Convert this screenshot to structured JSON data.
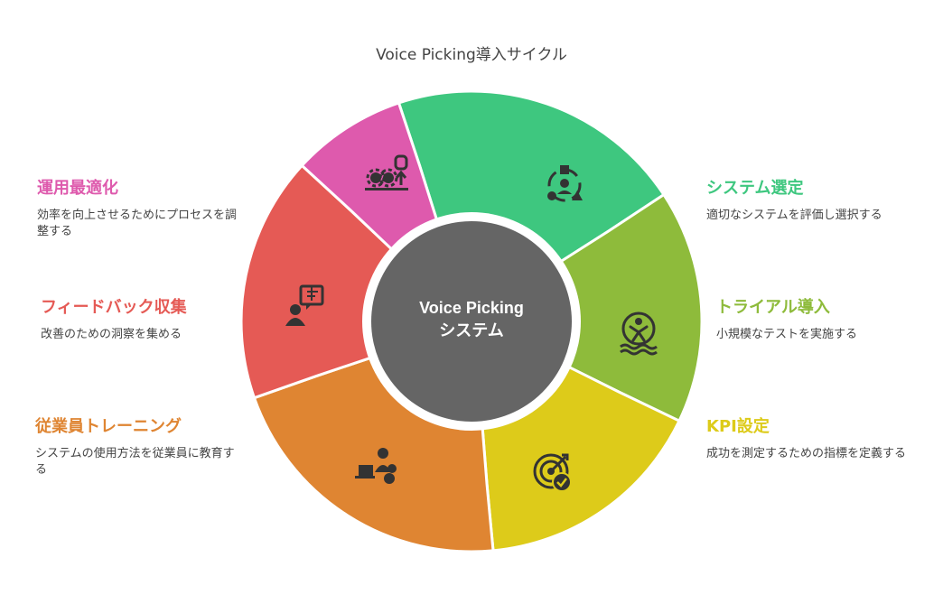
{
  "title": "Voice Picking導入サイクル",
  "center": {
    "line1": "Voice Picking",
    "line2": "システム"
  },
  "steps": [
    {
      "id": "system-selection",
      "heading": "システム選定",
      "description": "適切なシステムを評価し選択する",
      "color": "#3EC77F",
      "icon": "system-selection-icon"
    },
    {
      "id": "trial-introduction",
      "heading": "トライアル導入",
      "description": "小規模なテストを実施する",
      "color": "#8EBB3B",
      "icon": "swimmer-trial-icon"
    },
    {
      "id": "kpi-setting",
      "heading": "KPI設定",
      "description": "成功を測定するための指標を定義する",
      "color": "#DDCB1A",
      "icon": "target-check-icon"
    },
    {
      "id": "employee-training",
      "heading": "従業員トレーニング",
      "description": "システムの使用方法を従業員に教育する",
      "color": "#DF8532",
      "icon": "training-laptop-icon"
    },
    {
      "id": "feedback-collection",
      "heading": "フィードバック収集",
      "description": "改善のための洞察を集める",
      "color": "#E55A55",
      "icon": "feedback-speech-icon"
    },
    {
      "id": "operation-optimization",
      "heading": "運用最適化",
      "description": "効率を向上させるためにプロセスを調整する",
      "color": "#DE5AAD",
      "icon": "optimization-gears-icon"
    }
  ],
  "colors": {
    "hub": "#656565",
    "icon": "#333333",
    "title": "#444444"
  }
}
